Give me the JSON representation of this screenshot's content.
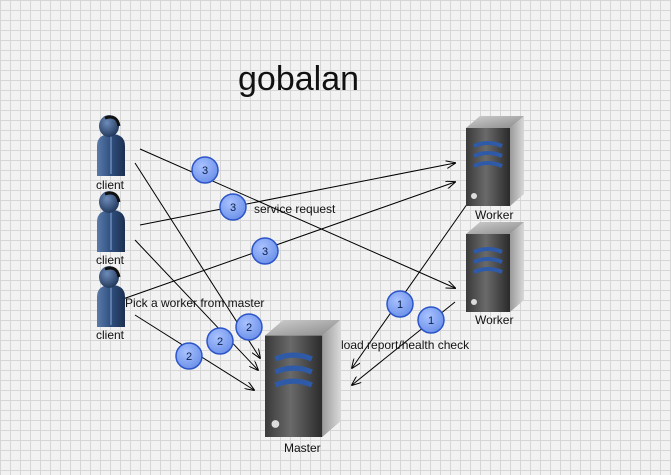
{
  "title": "gobalan",
  "clients": [
    "client",
    "client",
    "client"
  ],
  "workers": [
    "Worker",
    "Worker"
  ],
  "master": "Master",
  "edge_labels": {
    "service_request": "service request",
    "pick_worker": "Pick a worker from master",
    "load_report": "load report/health check"
  },
  "step_badges": [
    "3",
    "3",
    "3",
    "2",
    "2",
    "2",
    "1",
    "1"
  ],
  "colors": {
    "badge_fill": "#7da0f0",
    "badge_stroke": "#2c55c8",
    "line": "#000000"
  }
}
